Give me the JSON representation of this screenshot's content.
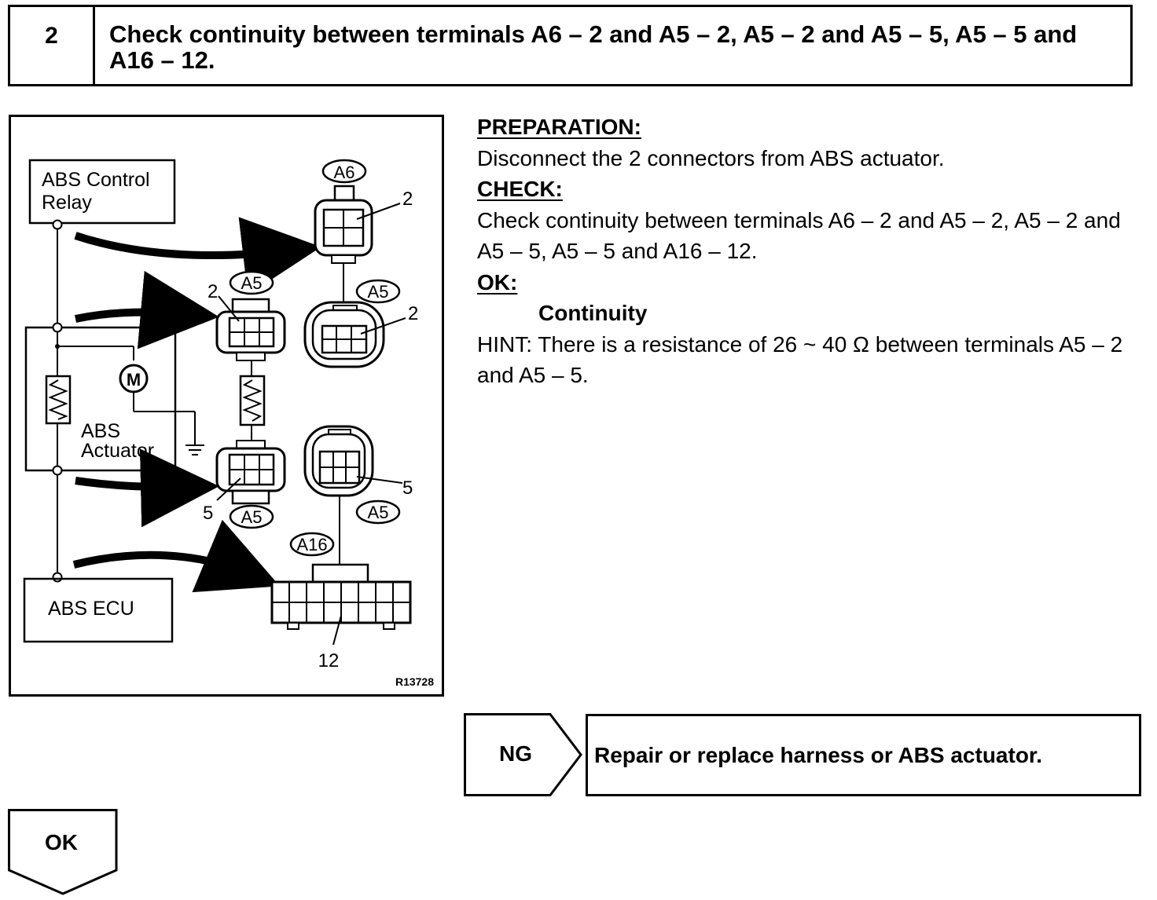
{
  "step": {
    "number": "2",
    "title": "Check continuity between terminals A6 – 2 and A5 – 2, A5 – 2 and A5 – 5, A5 – 5 and A16 – 12."
  },
  "diagram": {
    "box_relay_line1": "ABS Control",
    "box_relay_line2": "Relay",
    "box_actuator_line1": "ABS",
    "box_actuator_line2": "Actuator",
    "box_ecu": "ABS ECU",
    "motor_symbol": "M",
    "tag_a6": "A6",
    "tag_a5_left_upper": "A5",
    "tag_a5_right_upper": "A5",
    "tag_a5_left_lower": "A5",
    "tag_a5_right_lower": "A5",
    "tag_a16": "A16",
    "pin_a6": "2",
    "pin_a5_left_upper": "2",
    "pin_a5_right_upper": "2",
    "pin_a5_left_lower": "5",
    "pin_a5_right_lower": "5",
    "pin_a16": "12",
    "figure_code": "R13728"
  },
  "instructions": {
    "preparation_heading": "PREPARATION:",
    "preparation_text": "Disconnect the 2 connectors from ABS actuator.",
    "check_heading": "CHECK:",
    "check_text": "Check continuity between terminals A6 – 2 and A5 – 2, A5 – 2 and A5 – 5, A5 – 5 and A16 – 12.",
    "ok_heading": "OK:",
    "ok_value": "Continuity",
    "hint_text": "HINT: There is a resistance of 26 ~ 40 Ω between terminals A5 – 2 and A5 – 5."
  },
  "flow": {
    "ng_label": "NG",
    "ng_result": "Repair or replace harness or ABS actuator.",
    "ok_label": "OK"
  }
}
